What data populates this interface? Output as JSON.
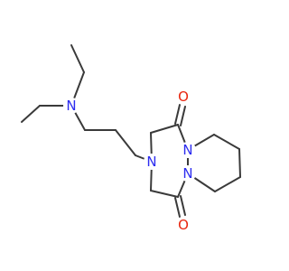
{
  "molecule": {
    "atoms": {
      "n_amine": {
        "label": "N",
        "color": "#2c2cf0"
      },
      "n_ring": {
        "label": "N",
        "color": "#2c2cf0"
      },
      "n_bridge_top": {
        "label": "N",
        "color": "#2c2cf0"
      },
      "n_bridge_bottom": {
        "label": "N",
        "color": "#2c2cf0"
      },
      "o_top": {
        "label": "O",
        "color": "#e8250e"
      },
      "o_bottom": {
        "label": "O",
        "color": "#e8250e"
      }
    },
    "bond_color": "#3a3a3a"
  }
}
